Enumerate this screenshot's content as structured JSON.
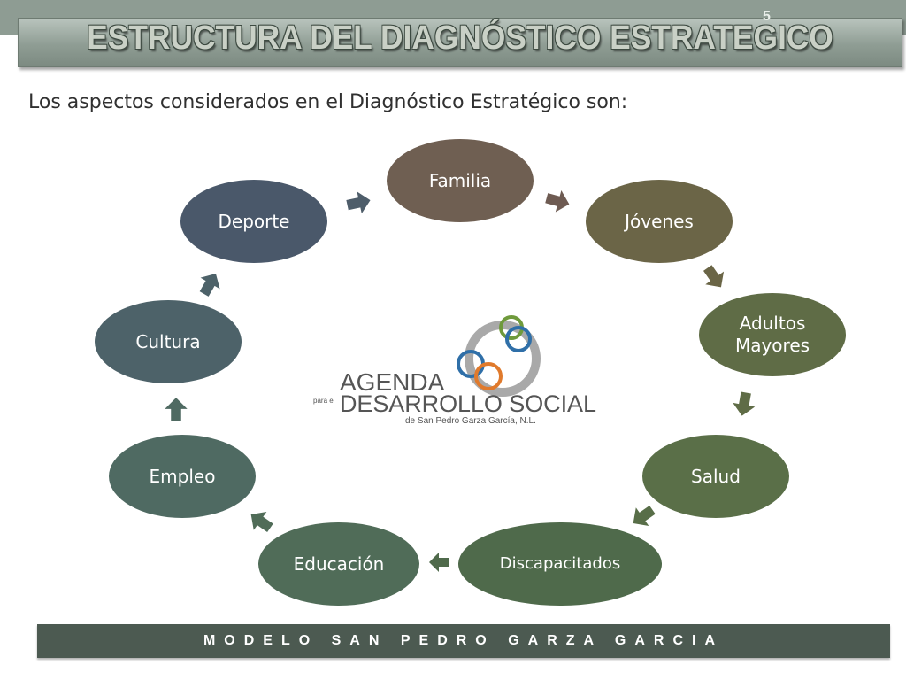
{
  "slide": {
    "number": "5",
    "title": "ESTRUCTURA DEL DIAGNÓSTICO ESTRATEGICO",
    "subtitle": "Los aspectos considerados en el Diagnóstico Estratégico son:",
    "footer": "MODELO SAN PEDRO GARZA GARCIA"
  },
  "diagram": {
    "nodes": [
      {
        "label": "Familia",
        "color": "#6f5f52"
      },
      {
        "label": "Jóvenes",
        "color": "#6b6547"
      },
      {
        "label": "Adultos Mayores",
        "line1": "Adultos",
        "line2": "Mayores",
        "color": "#5f6c46"
      },
      {
        "label": "Salud",
        "color": "#5a6f48"
      },
      {
        "label": "Discapacitados",
        "color": "#4f6a4b"
      },
      {
        "label": "Educación",
        "color": "#506c58"
      },
      {
        "label": "Empleo",
        "color": "#4f6a62"
      },
      {
        "label": "Cultura",
        "color": "#4d6269"
      },
      {
        "label": "Deporte",
        "color": "#4a586a"
      }
    ]
  },
  "logo": {
    "line1": "AGENDA",
    "prefix": "para el",
    "line2": "DESARROLLO SOCIAL",
    "line3": "de San Pedro Garza García, N.L."
  },
  "colors": {
    "title_band": "#8e9c93",
    "footer_band": "#4c5a51",
    "arrow": "#5e6b72"
  }
}
